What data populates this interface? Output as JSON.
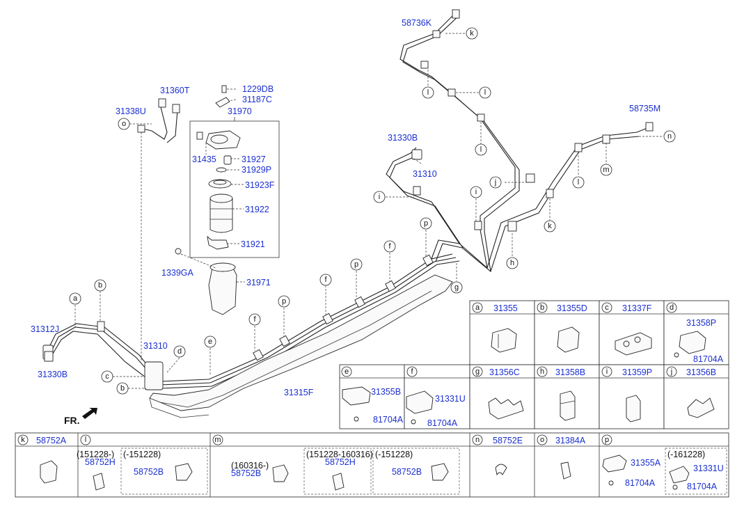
{
  "main_labels": {
    "p58736K": "58736K",
    "p58735M": "58735M",
    "p31330B_top": "31330B",
    "p31310_top": "31310",
    "p31360T": "31360T",
    "p31338U": "31338U",
    "p1229DB": "1229DB",
    "p31187C": "31187C",
    "p31970": "31970",
    "p31435": "31435",
    "p31927": "31927",
    "p31929P": "31929P",
    "p31923F": "31923F",
    "p31922": "31922",
    "p31921": "31921",
    "p1339GA": "1339GA",
    "p31971": "31971",
    "p31312J": "31312J",
    "p31330B_left": "31330B",
    "p31310_left": "31310",
    "p31315F": "31315F",
    "fr": "FR."
  },
  "ref_letters": {
    "k1": "k",
    "k2": "k",
    "l1": "l",
    "l2": "l",
    "l3": "l",
    "l4": "l",
    "m1": "m",
    "n1": "n",
    "j1": "j",
    "i1": "i",
    "i2": "i",
    "h1": "h",
    "g1": "g",
    "p1": "p",
    "p2": "p",
    "p3": "p",
    "f1": "f",
    "f2": "f",
    "f3": "f",
    "e1": "e",
    "d1": "d",
    "c1": "c",
    "b1": "b",
    "b2": "b",
    "a1": "a",
    "o1": "o"
  },
  "detail_table": {
    "row1": [
      {
        "letter": "a",
        "part": "31355"
      },
      {
        "letter": "b",
        "part": "31355D"
      },
      {
        "letter": "c",
        "part": "31337F"
      },
      {
        "letter": "d",
        "part": "31358P",
        "sub": "81704A"
      }
    ],
    "row_ef": [
      {
        "letter": "e",
        "part": "31355B",
        "sub": "81704A"
      },
      {
        "letter": "f",
        "part": "31331U",
        "sub": "81704A"
      }
    ],
    "row2": [
      {
        "letter": "g",
        "part": "31356C"
      },
      {
        "letter": "h",
        "part": "31358B"
      },
      {
        "letter": "i",
        "part": "31359P"
      },
      {
        "letter": "j",
        "part": "31356B"
      }
    ],
    "bottom": {
      "k": {
        "letter": "k",
        "part": "58752A"
      },
      "l": {
        "letter": "l",
        "a_range": "(151228-)",
        "a_part": "58752H",
        "b_range": "(-151228)",
        "b_part": "58752B"
      },
      "m": {
        "letter": "m",
        "a_range": "(160316-)",
        "a_part": "58752B",
        "b_range": "(151228-160316)",
        "b_part": "58752H",
        "c_range": "(-151228)",
        "c_part": "58752B"
      },
      "n": {
        "letter": "n",
        "part": "58752E"
      },
      "o": {
        "letter": "o",
        "part": "31384A"
      },
      "p": {
        "letter": "p",
        "a_part": "31355A",
        "a_sub": "81704A",
        "b_range": "(-161228)",
        "b_part": "31331U",
        "b_sub": "81704A"
      }
    }
  }
}
